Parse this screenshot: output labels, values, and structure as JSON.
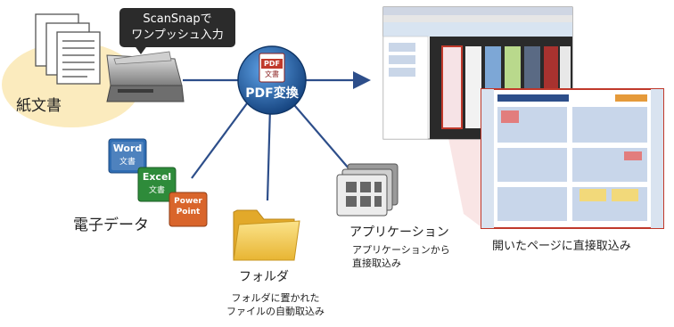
{
  "callout": {
    "line1": "ScanSnapで",
    "line2": "ワンプッシュ入力"
  },
  "nodes": {
    "paper": {
      "label": "紙文書"
    },
    "hub": {
      "label": "PDF変換",
      "icon_text": "PDF",
      "icon_sub": "文書"
    },
    "office": {
      "label": "電子データ",
      "word": "Word",
      "word_sub": "文書",
      "excel": "Excel",
      "excel_sub": "文書",
      "ppt_line1": "Power",
      "ppt_line2": "Point"
    },
    "folder": {
      "label": "フォルダ",
      "desc_line1": "フォルダに置かれた",
      "desc_line2": "ファイルの自動取込み"
    },
    "app": {
      "label": "アプリケーション",
      "desc_line1": "アプリケーションから",
      "desc_line2": "直接取込み"
    },
    "viewer": {
      "caption": "開いたページに直接取込み"
    }
  },
  "colors": {
    "hub": "#1f5fa8",
    "connector": "#2d4e8a",
    "accent_red": "#c0392b",
    "word": "#2f6db3",
    "excel": "#2e8b3a",
    "ppt": "#d9652b",
    "folder": "#f2c94c"
  }
}
